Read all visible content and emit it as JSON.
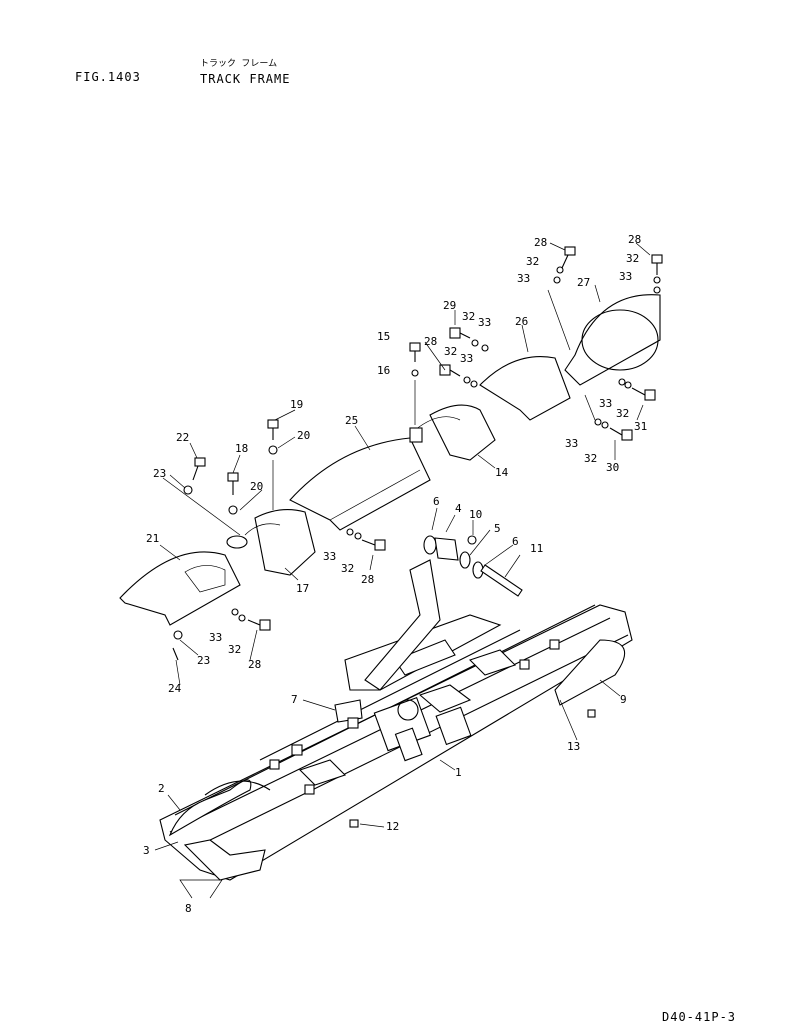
{
  "header": {
    "figure_number": "FIG.1403",
    "title_japanese": "トラック フレーム",
    "title_english": "TRACK FRAME"
  },
  "footer": {
    "document_code": "D40-41P-3"
  },
  "callouts": [
    "1",
    "2",
    "3",
    "4",
    "5",
    "6",
    "6",
    "7",
    "8",
    "9",
    "10",
    "11",
    "12",
    "13",
    "14",
    "15",
    "16",
    "17",
    "18",
    "19",
    "20",
    "20",
    "21",
    "22",
    "23",
    "23",
    "24",
    "25",
    "26",
    "27",
    "28",
    "28",
    "28",
    "28",
    "28",
    "29",
    "30",
    "31",
    "32",
    "32",
    "32",
    "32",
    "32",
    "32",
    "32",
    "32",
    "33",
    "33",
    "33",
    "33",
    "33",
    "33",
    "33",
    "33"
  ]
}
